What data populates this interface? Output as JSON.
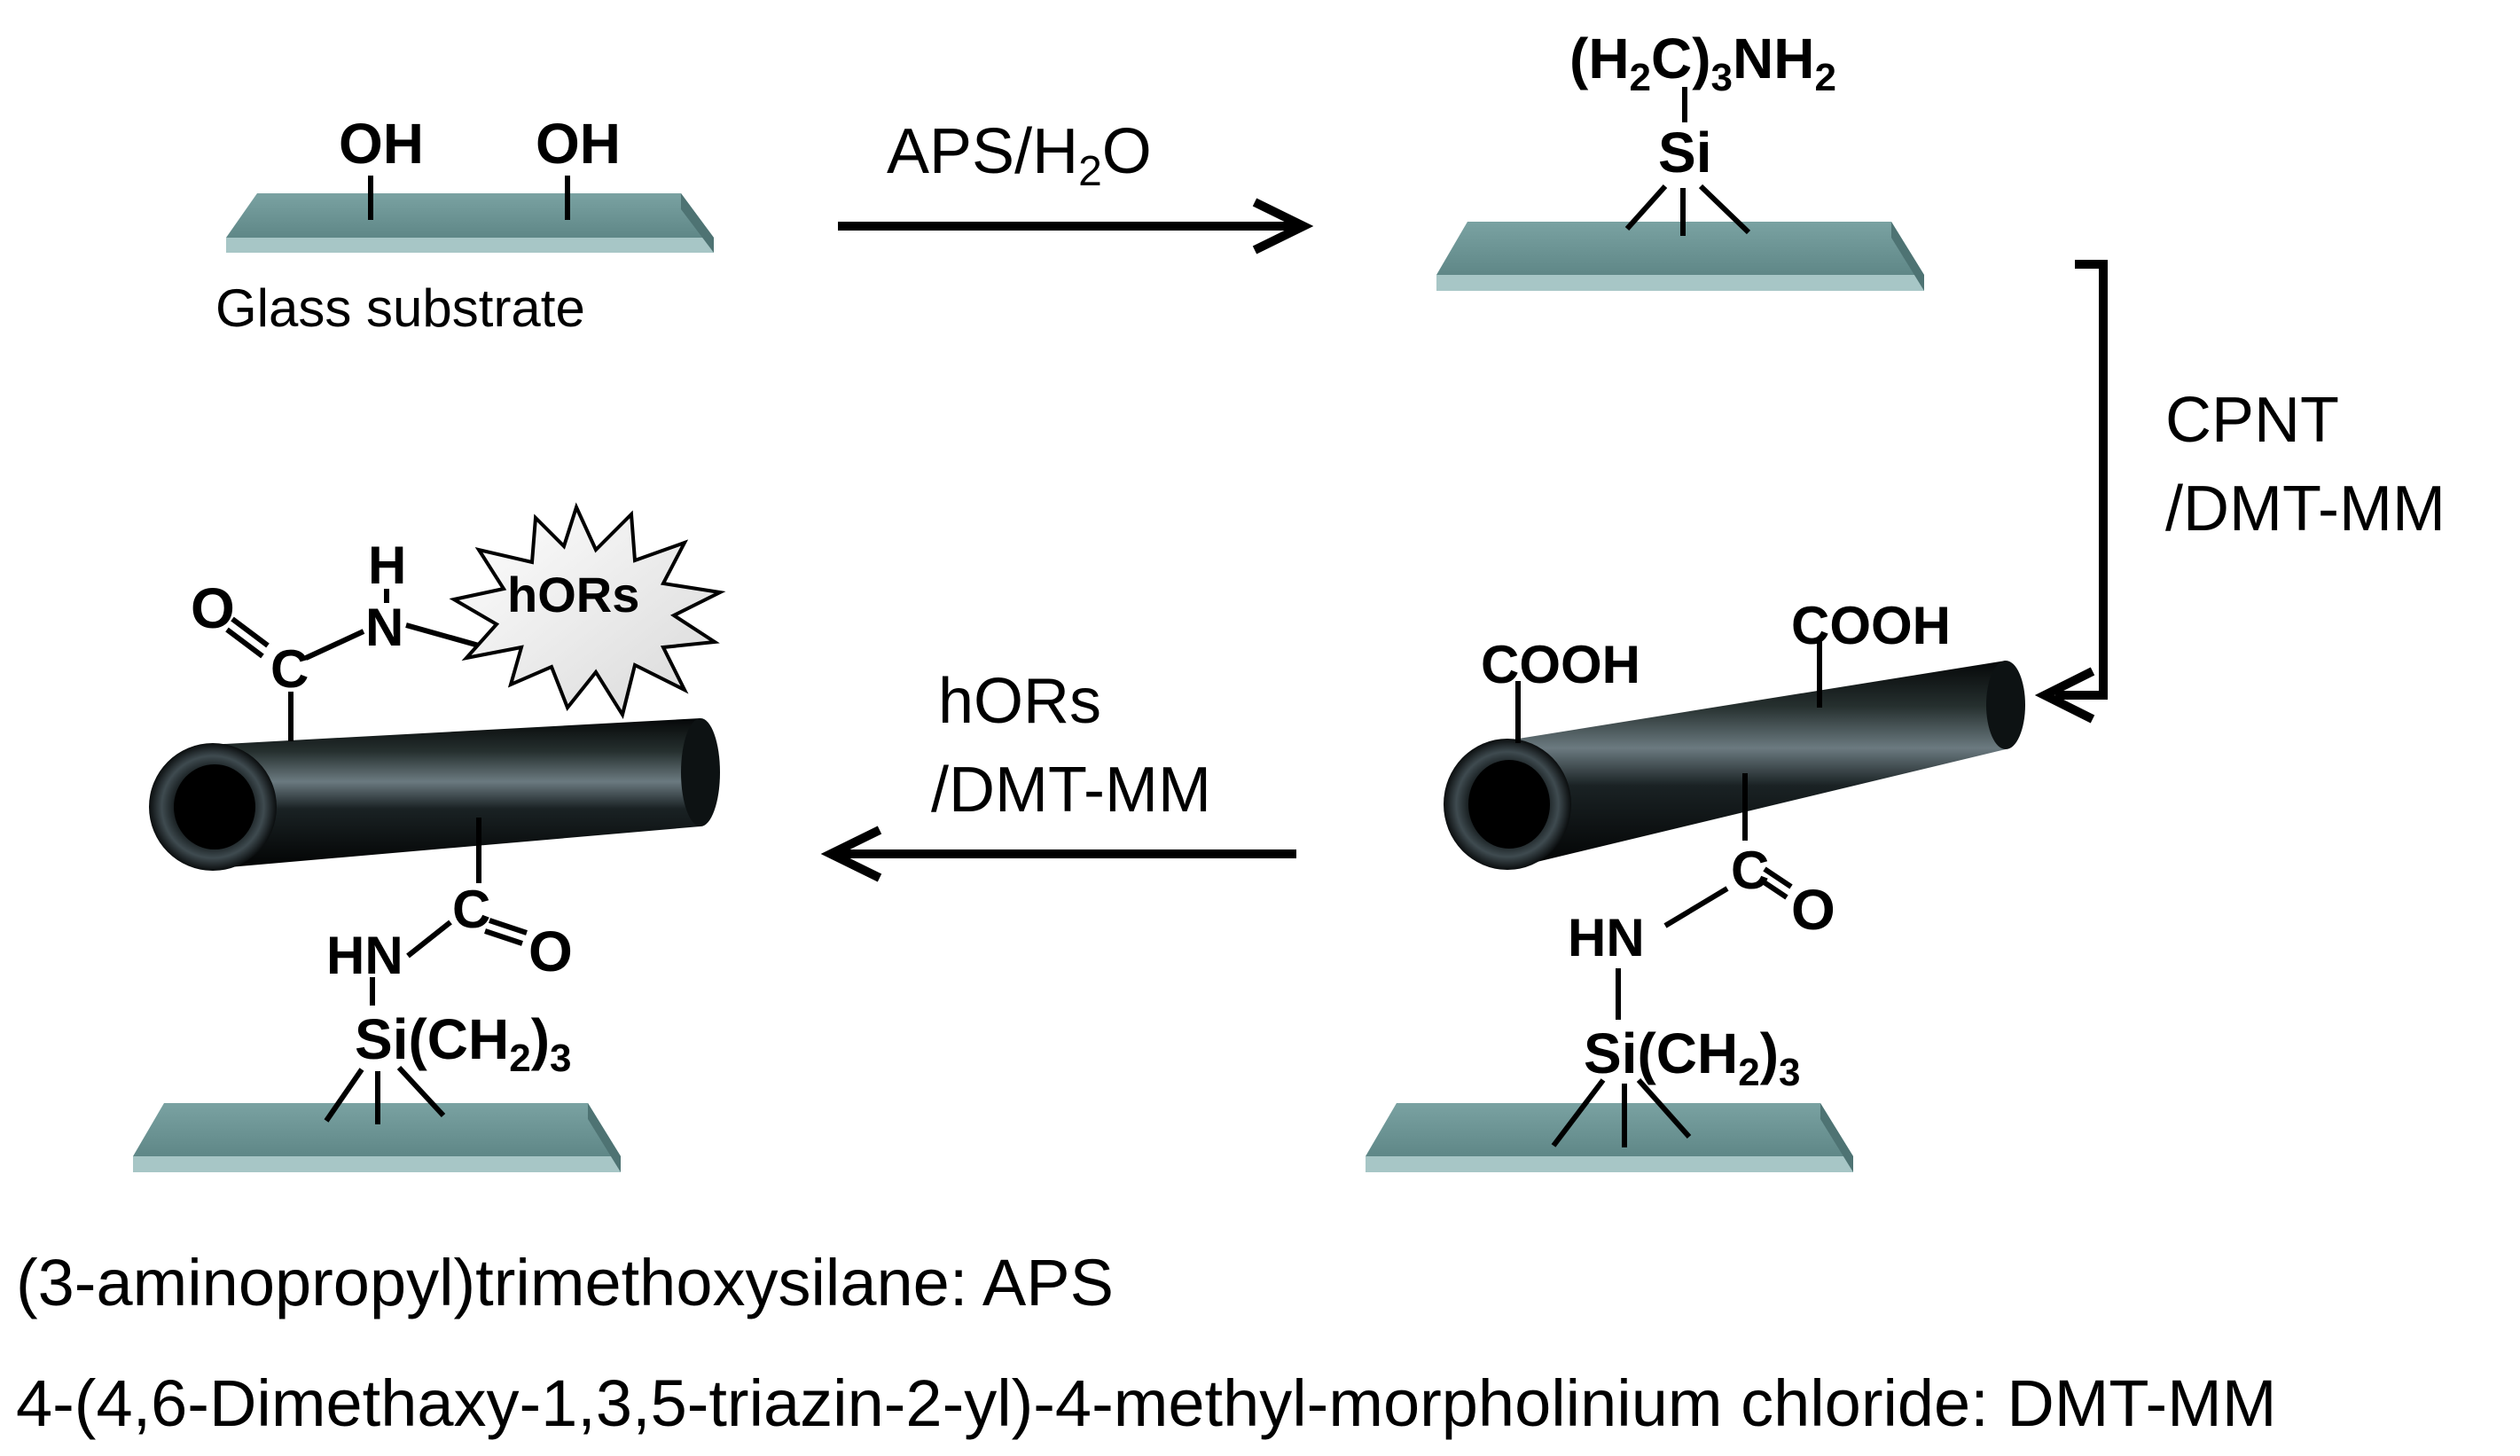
{
  "colors": {
    "plate_top": "#6f9696",
    "plate_edge": "#9cbcbc",
    "plate_dark": "#4d7171",
    "tube_dark": "#0b0f10",
    "tube_mid": "#2c3438",
    "tube_light": "#5d6a70"
  },
  "step1": {
    "oh_left": "OH",
    "oh_right": "OH",
    "caption": "Glass substrate"
  },
  "arrow1": {
    "label": "APS/H",
    "sub": "2",
    "tail": "O"
  },
  "step2": {
    "chain_a": "(H",
    "chain_sub1": "2",
    "chain_b": "C)",
    "chain_sub2": "3",
    "chain_c": "NH",
    "chain_sub3": "2",
    "si": "Si"
  },
  "arrow2": {
    "line1": "CPNT",
    "line2": "/DMT-MM"
  },
  "step3": {
    "cooh_left": "COOH",
    "cooh_right": "COOH",
    "c": "C",
    "o": "O",
    "hn": "HN",
    "si_a": "Si(CH",
    "si_sub": "2",
    "si_b": ")",
    "si_sub2": "3"
  },
  "arrow3": {
    "line1": "hORs",
    "line2": "/DMT-MM"
  },
  "step4": {
    "o": "O",
    "c": "C",
    "h": "H",
    "n": "N",
    "receptor": "hORs",
    "c2": "C",
    "o2": "O",
    "hn": "HN",
    "si_a": "Si(CH",
    "si_sub": "2",
    "si_b": ")",
    "si_sub2": "3"
  },
  "definitions": {
    "aps": "(3-aminopropyl)trimethoxysilane: APS",
    "dmtmm": "4-(4,6-Dimethaxy-1,3,5-triazin-2-yl)-4-methyl-morpholinium chloride: DMT-MM"
  }
}
